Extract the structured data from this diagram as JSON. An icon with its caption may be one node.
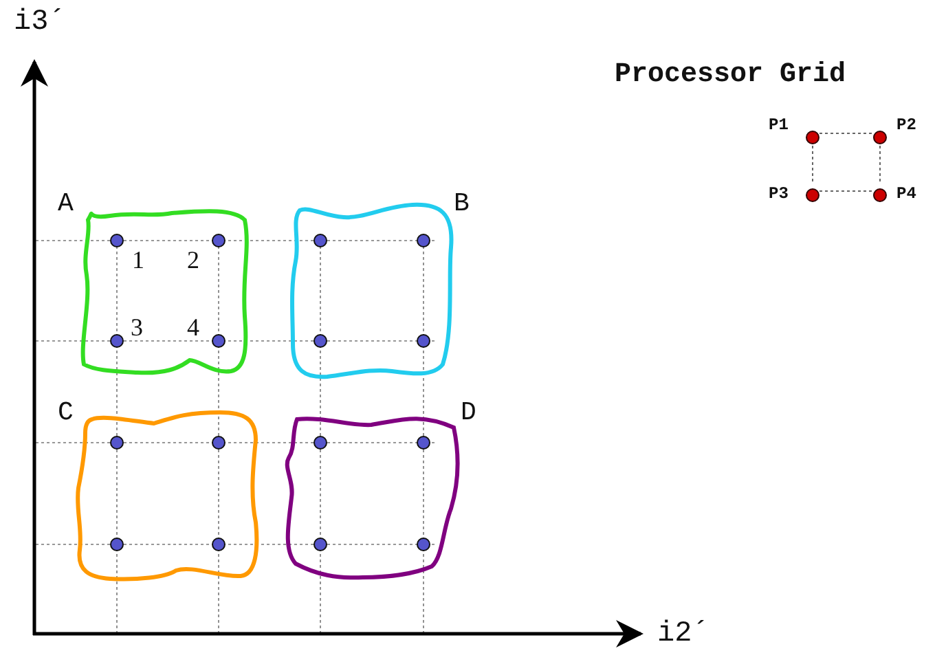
{
  "diagram": {
    "title": "Processor Grid",
    "nodes": [
      {
        "text": [],
        "shape": "circle",
        "beside": [
          "P1"
        ]
      },
      {
        "text": [],
        "shape": "circle",
        "beside": [
          "P2"
        ]
      },
      {
        "text": [],
        "shape": "circle",
        "beside": [
          "P3"
        ]
      },
      {
        "text": [],
        "shape": "circle",
        "beside": [
          "P4"
        ]
      }
    ],
    "edges": [
      {
        "from": 0,
        "to": 1,
        "arrow": "none",
        "style": "dashed"
      },
      {
        "from": 0,
        "to": 2,
        "arrow": "none",
        "style": "dashed"
      },
      {
        "from": 1,
        "to": 3,
        "arrow": "none",
        "style": "dashed"
      },
      {
        "from": 2,
        "to": 3,
        "arrow": "none",
        "style": "dashed"
      }
    ],
    "labels": [
      "i3´",
      "A",
      "B",
      "1",
      "2",
      "3",
      "4",
      "C",
      "D",
      "i2´"
    ]
  }
}
